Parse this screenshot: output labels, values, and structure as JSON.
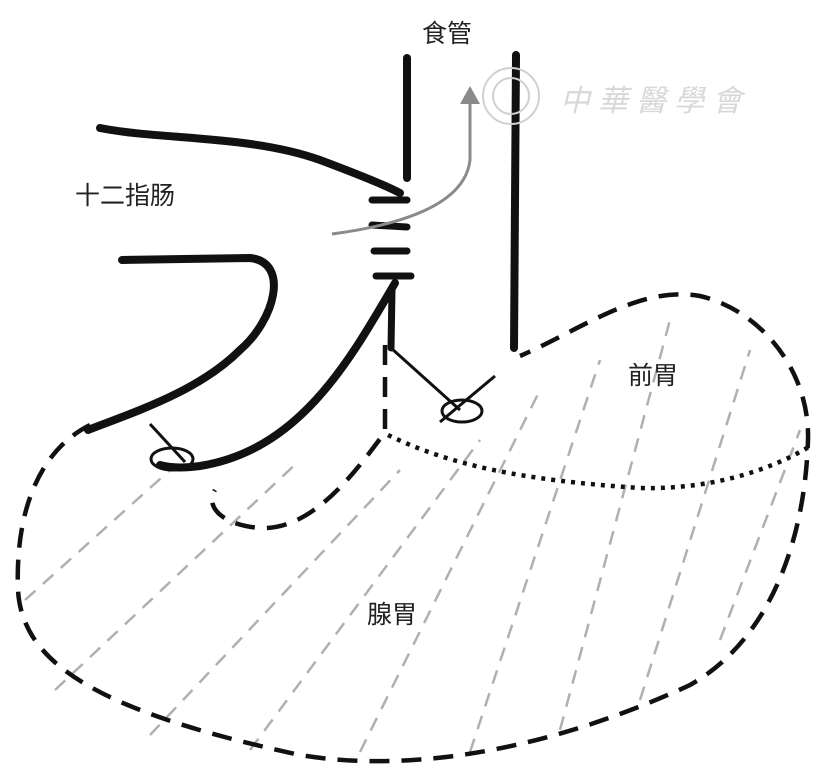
{
  "labels": {
    "esophagus": "食管",
    "duodenum": "十二指肠",
    "forestomach": "前胃",
    "glandular_stomach": "腺胃"
  },
  "watermark": "中華醫學會",
  "colors": {
    "ink": "#111111",
    "arrow": "#8a8a8a",
    "hatch": "#b0b0b0"
  }
}
